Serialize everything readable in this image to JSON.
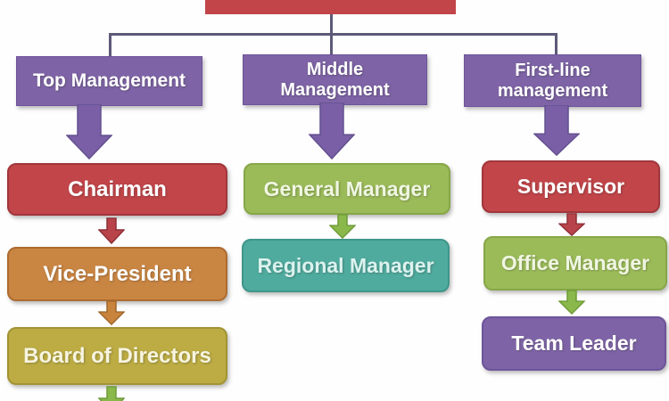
{
  "diagram": {
    "type": "org-chart",
    "connector_color": "#5d5a78",
    "root_box": {
      "bg": "#c14549",
      "border": "#a93b40"
    },
    "columns": [
      {
        "header": {
          "label": "Top Management",
          "bg": "#7e64a6",
          "fg": "#ffffff",
          "border": "#6d549a"
        },
        "big_arrow": {
          "fill": "#7a5fa6",
          "stroke": "#63508f"
        },
        "nodes": [
          {
            "label": "Chairman",
            "bg": "#c14549",
            "fg": "#ffffff",
            "border": "#a1363c"
          },
          {
            "label": "Vice-President",
            "bg": "#c98542",
            "fg": "#ffffff",
            "border": "#ad6c30"
          },
          {
            "label": "Board of Directors",
            "bg": "#bcac43",
            "fg": "#f7f4e0",
            "border": "#a29434"
          }
        ],
        "arrows": [
          {
            "fill": "#b8444a",
            "stroke": "#8e2f36"
          },
          {
            "fill": "#c8833c",
            "stroke": "#a1662b"
          },
          {
            "fill": "#8ab84b",
            "stroke": "#6f9a38"
          }
        ]
      },
      {
        "header": {
          "label": "Middle Management",
          "bg": "#7e64a6",
          "fg": "#ffffff",
          "border": "#6d549a"
        },
        "big_arrow": {
          "fill": "#7a5fa6",
          "stroke": "#63508f"
        },
        "nodes": [
          {
            "label": "General Manager",
            "bg": "#9bbb59",
            "fg": "#f0f6e2",
            "border": "#87a748"
          },
          {
            "label": "Regional Manager",
            "bg": "#4fab9e",
            "fg": "#dcf2ee",
            "border": "#3f968a"
          }
        ],
        "arrows": [
          {
            "fill": "#8ab84b",
            "stroke": "#6f9a38"
          }
        ]
      },
      {
        "header": {
          "label": "First-line management",
          "bg": "#7e64a6",
          "fg": "#ffffff",
          "border": "#6d549a"
        },
        "big_arrow": {
          "fill": "#7a5fa6",
          "stroke": "#63508f"
        },
        "nodes": [
          {
            "label": "Supervisor",
            "bg": "#c14549",
            "fg": "#ffffff",
            "border": "#a1363c"
          },
          {
            "label": "Office Manager",
            "bg": "#9bbb59",
            "fg": "#f0f6e2",
            "border": "#87a748"
          },
          {
            "label": "Team Leader",
            "bg": "#7e64a6",
            "fg": "#ffffff",
            "border": "#6d549a"
          }
        ],
        "arrows": [
          {
            "fill": "#b8444a",
            "stroke": "#8e2f36"
          },
          {
            "fill": "#8ab84b",
            "stroke": "#6f9a38"
          }
        ]
      }
    ]
  }
}
